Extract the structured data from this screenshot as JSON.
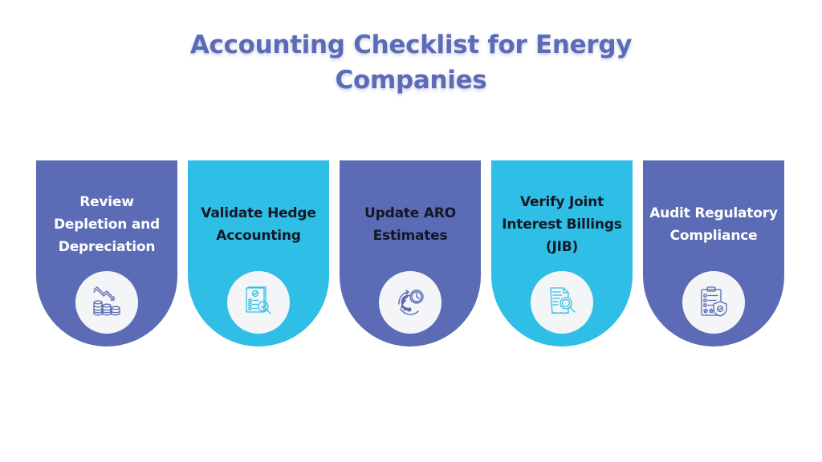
{
  "title": {
    "line1": "Accounting Checklist for Energy",
    "line2": "Companies"
  },
  "colors": {
    "indigo": "#5b6bb5",
    "cyan": "#2fbfe6",
    "icon_bg": "#f3f5f6",
    "title": "#5b6bb5"
  },
  "cards": [
    {
      "label": "Review Depletion and Depreciation",
      "icon": "declining-coins-chart-icon",
      "color": "indigo"
    },
    {
      "label": "Validate Hedge Accounting",
      "icon": "checklist-magnifier-icon",
      "color": "cyan"
    },
    {
      "label": "Update ARO Estimates",
      "icon": "gear-clock-cycle-icon",
      "color": "indigo"
    },
    {
      "label": "Verify Joint Interest Billings (JIB)",
      "icon": "receipt-magnifier-icon",
      "color": "cyan"
    },
    {
      "label": "Audit Regulatory Compliance",
      "icon": "clipboard-shield-icon",
      "color": "indigo"
    }
  ]
}
